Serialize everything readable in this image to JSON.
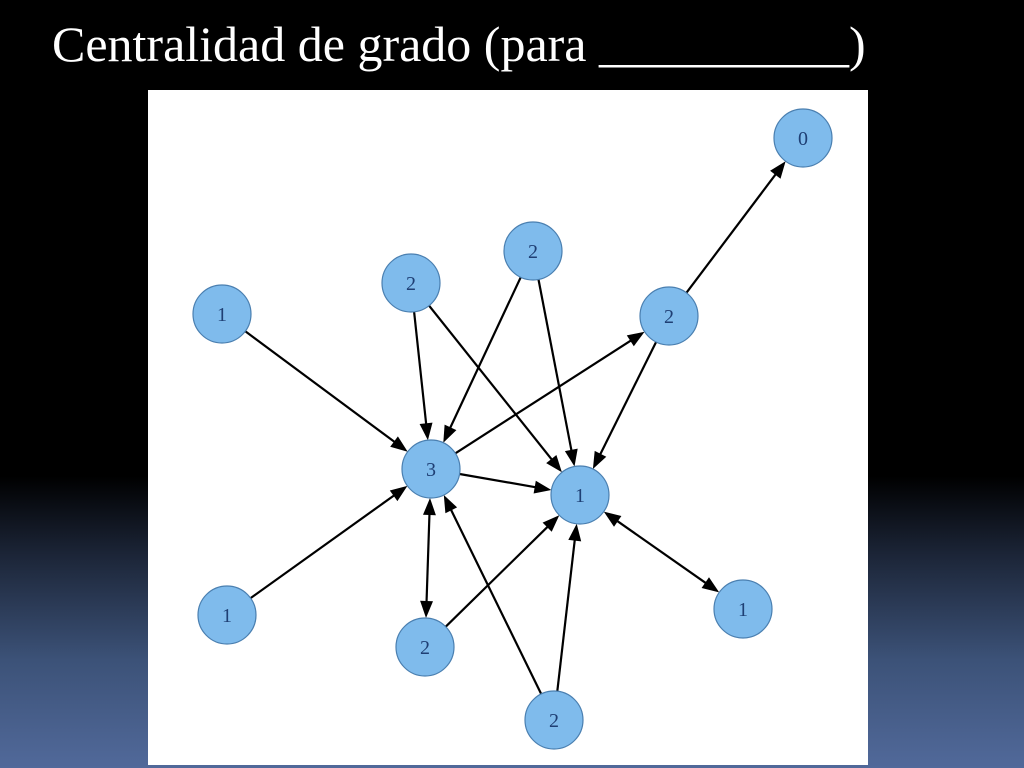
{
  "slide": {
    "title": "Centralidad de grado (para __________)"
  },
  "diagram": {
    "colors": {
      "node_fill": "#7fbbec",
      "node_stroke": "#4a7fb0",
      "label": "#1f3f74",
      "edge": "#000000",
      "panel": "#ffffff"
    },
    "nodes": [
      {
        "id": "n-top-right",
        "label": "0"
      },
      {
        "id": "n-upper-center",
        "label": "2"
      },
      {
        "id": "n-upper-left-center",
        "label": "2"
      },
      {
        "id": "n-left",
        "label": "1"
      },
      {
        "id": "n-right",
        "label": "2"
      },
      {
        "id": "n-hub",
        "label": "3"
      },
      {
        "id": "n-center",
        "label": "1"
      },
      {
        "id": "n-bottom-left",
        "label": "1"
      },
      {
        "id": "n-lower-center",
        "label": "2"
      },
      {
        "id": "n-bottom-right",
        "label": "1"
      },
      {
        "id": "n-bottom",
        "label": "2"
      }
    ],
    "edges": [
      {
        "from": "n-left",
        "to": "n-hub",
        "direction": "forward"
      },
      {
        "from": "n-upper-left-center",
        "to": "n-hub",
        "direction": "forward"
      },
      {
        "from": "n-upper-left-center",
        "to": "n-center",
        "direction": "forward"
      },
      {
        "from": "n-upper-center",
        "to": "n-hub",
        "direction": "forward"
      },
      {
        "from": "n-upper-center",
        "to": "n-center",
        "direction": "forward"
      },
      {
        "from": "n-right",
        "to": "n-top-right",
        "direction": "forward"
      },
      {
        "from": "n-right",
        "to": "n-center",
        "direction": "forward"
      },
      {
        "from": "n-hub",
        "to": "n-right",
        "direction": "forward"
      },
      {
        "from": "n-hub",
        "to": "n-center",
        "direction": "forward"
      },
      {
        "from": "n-bottom-left",
        "to": "n-hub",
        "direction": "forward"
      },
      {
        "from": "n-hub",
        "to": "n-lower-center",
        "direction": "both"
      },
      {
        "from": "n-lower-center",
        "to": "n-center",
        "direction": "forward"
      },
      {
        "from": "n-bottom",
        "to": "n-hub",
        "direction": "forward"
      },
      {
        "from": "n-bottom",
        "to": "n-center",
        "direction": "forward"
      },
      {
        "from": "n-center",
        "to": "n-bottom-right",
        "direction": "both"
      }
    ]
  }
}
